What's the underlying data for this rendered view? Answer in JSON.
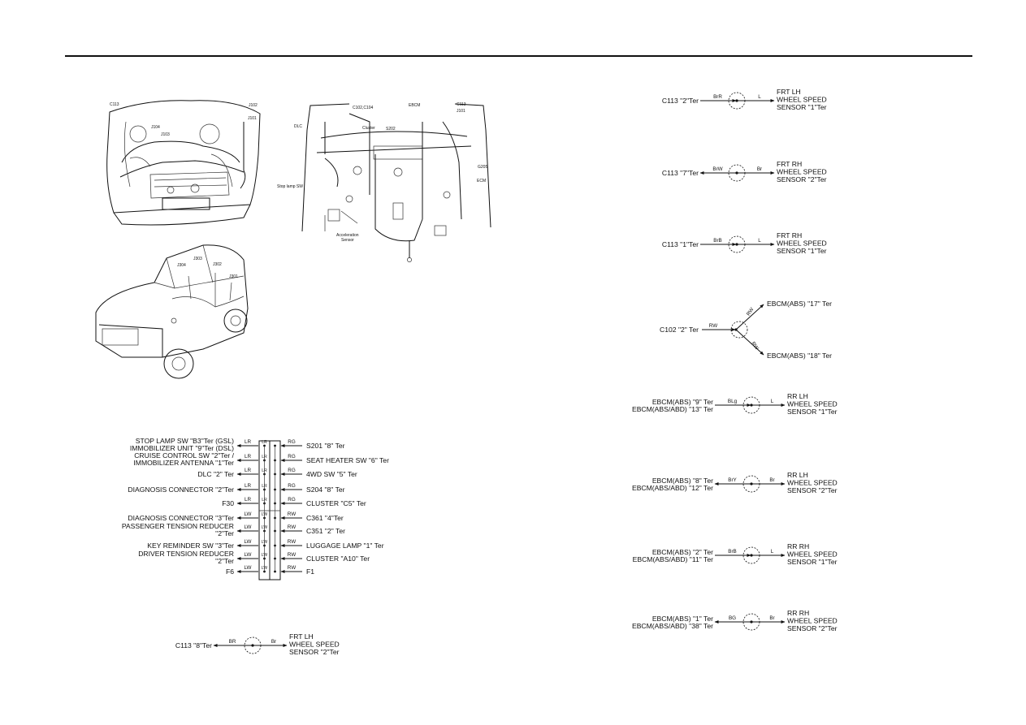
{
  "locator_labels": {
    "engine_room": [
      "C113",
      "J104",
      "J103",
      "J102",
      "J101"
    ],
    "dashboard": [
      "C102,C104",
      "EBCM",
      "C113",
      "J101",
      "DLC",
      "Cluster",
      "S202",
      "G205",
      "ECM",
      "Stop lamp SW",
      "Acceleration Sensor"
    ],
    "vehicle": [
      "J303",
      "J304",
      "J302",
      "J301"
    ]
  },
  "joint": {
    "left": [
      {
        "lines": [
          "STOP LAMP SW \"B3\"Ter (GSL)",
          "IMMOBILIZER UNIT \"9\"Ter (DSL)"
        ],
        "wire": "LR"
      },
      {
        "lines": [
          "CRUISE CONTROL SW \"2\"Ter /",
          "IMMOBILIZER ANTENNA \"1\"Ter"
        ],
        "wire": "LR"
      },
      {
        "lines": [
          "DLC \"2\" Ter"
        ],
        "wire": "LR"
      },
      {
        "lines": [
          "DIAGNOSIS CONNECTOR \"2\"Ter"
        ],
        "wire": "LR"
      },
      {
        "lines": [
          "F30"
        ],
        "wire": "LR"
      },
      {
        "lines": [
          "DIAGNOSIS CONNECTOR \"3\"Ter"
        ],
        "wire": "LW"
      },
      {
        "lines": [
          "PASSENGER TENSION REDUCER",
          "\"2\"Ter"
        ],
        "wire": "LW"
      },
      {
        "lines": [
          "KEY REMINDER SW \"3\"Ter"
        ],
        "wire": "LW"
      },
      {
        "lines": [
          "DRIVER TENSION REDUCER",
          "\"2\"Ter"
        ],
        "wire": "LW"
      },
      {
        "lines": [
          "F6"
        ],
        "wire": "LW"
      }
    ],
    "right": [
      {
        "label": "S201 \"8\" Ter",
        "wire": "RG"
      },
      {
        "label": "SEAT HEATER SW \"6\" Ter",
        "wire": "RG"
      },
      {
        "label": "4WD SW \"5\" Ter",
        "wire": "RG"
      },
      {
        "label": "S204 \"8\" Ter",
        "wire": "RG"
      },
      {
        "label": "CLUSTER \"C5\" Ter",
        "wire": "RG"
      },
      {
        "label": "C361 \"4\"Ter",
        "wire": "RW"
      },
      {
        "label": "C351 \"2\" Ter",
        "wire": "RW"
      },
      {
        "label": "LUGGAGE LAMP \"1\" Ter",
        "wire": "RW"
      },
      {
        "label": "CLUSTER \"A10\" Ter",
        "wire": "RW"
      },
      {
        "label": "F1",
        "wire": "RW"
      }
    ],
    "column_letters": [
      "LR",
      "LR",
      "LR",
      "LR",
      "LR",
      "LW",
      "LW",
      "LW",
      "LW",
      "LW"
    ]
  },
  "bottom_splice": {
    "left": "C113 \"8\"Ter",
    "wire_left": "BR",
    "wire_right": "Br",
    "right": [
      "FRT LH",
      "WHEEL SPEED",
      "SENSOR \"2\"Ter"
    ]
  },
  "splices": [
    {
      "left": [
        "C113 \"2\"Ter"
      ],
      "wire_left": "BrR",
      "wire_right": "L",
      "right": [
        "FRT LH",
        "WHEEL SPEED",
        "SENSOR \"1\"Ter"
      ]
    },
    {
      "left": [
        "C113 \"7\"Ter"
      ],
      "wire_left": "BrW",
      "wire_right": "Br",
      "right": [
        "FRT RH",
        "WHEEL SPEED",
        "SENSOR \"2\"Ter"
      ]
    },
    {
      "left": [
        "C113 \"1\"Ter"
      ],
      "wire_left": "BrB",
      "wire_right": "L",
      "right": [
        "FRT RH",
        "WHEEL SPEED",
        "SENSOR \"1\"Ter"
      ]
    },
    {
      "left": [
        "EBCM(ABS) \"9\" Ter",
        "EBCM(ABS/ABD) \"13\" Ter"
      ],
      "wire_left": "BLg",
      "wire_right": "L",
      "right": [
        "RR LH",
        "WHEEL SPEED",
        "SENSOR \"1\"Ter"
      ]
    },
    {
      "left": [
        "EBCM(ABS) \"8\" Ter",
        "EBCM(ABS/ABD) \"12\" Ter"
      ],
      "wire_left": "BrY",
      "wire_right": "Br",
      "right": [
        "RR LH",
        "WHEEL SPEED",
        "SENSOR \"2\"Ter"
      ]
    },
    {
      "left": [
        "EBCM(ABS) \"2\" Ter",
        "EBCM(ABS/ABD) \"11\" Ter"
      ],
      "wire_left": "BrB",
      "wire_right": "L",
      "right": [
        "RR RH",
        "WHEEL SPEED",
        "SENSOR \"1\"Ter"
      ]
    },
    {
      "left": [
        "EBCM(ABS) \"1\" Ter",
        "EBCM(ABS/ABD) \"38\" Ter"
      ],
      "wire_left": "BG",
      "wire_right": "Br",
      "right": [
        "RR RH",
        "WHEEL SPEED",
        "SENSOR \"2\"Ter"
      ]
    }
  ],
  "branch": {
    "left": "C102 \"2\" Ter",
    "wire_in": "RW",
    "wire_up": "RW",
    "wire_down": "RW",
    "up": "EBCM(ABS) \"17\" Ter",
    "down": "EBCM(ABS) \"18\" Ter"
  }
}
